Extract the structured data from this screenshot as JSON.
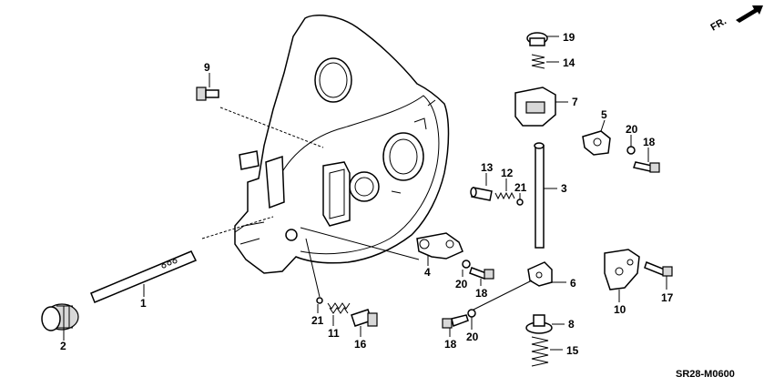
{
  "diagram_code": "SR28-M0600",
  "direction_label": "FR.",
  "colors": {
    "ink": "#000000",
    "background": "#ffffff",
    "shade": "#d8d8d8"
  },
  "parts": [
    {
      "id": "p1",
      "number": "1"
    },
    {
      "id": "p2",
      "number": "2"
    },
    {
      "id": "p3",
      "number": "3"
    },
    {
      "id": "p4",
      "number": "4"
    },
    {
      "id": "p5",
      "number": "5"
    },
    {
      "id": "p6",
      "number": "6"
    },
    {
      "id": "p7",
      "number": "7"
    },
    {
      "id": "p8",
      "number": "8"
    },
    {
      "id": "p9",
      "number": "9"
    },
    {
      "id": "p10",
      "number": "10"
    },
    {
      "id": "p11",
      "number": "11"
    },
    {
      "id": "p12",
      "number": "12"
    },
    {
      "id": "p13",
      "number": "13"
    },
    {
      "id": "p14",
      "number": "14"
    },
    {
      "id": "p15",
      "number": "15"
    },
    {
      "id": "p16",
      "number": "16"
    },
    {
      "id": "p17",
      "number": "17"
    },
    {
      "id": "p18a",
      "number": "18"
    },
    {
      "id": "p18b",
      "number": "18"
    },
    {
      "id": "p18c",
      "number": "18"
    },
    {
      "id": "p19",
      "number": "19"
    },
    {
      "id": "p20a",
      "number": "20"
    },
    {
      "id": "p20b",
      "number": "20"
    },
    {
      "id": "p20c",
      "number": "20"
    },
    {
      "id": "p21a",
      "number": "21"
    },
    {
      "id": "p21b",
      "number": "21"
    }
  ]
}
